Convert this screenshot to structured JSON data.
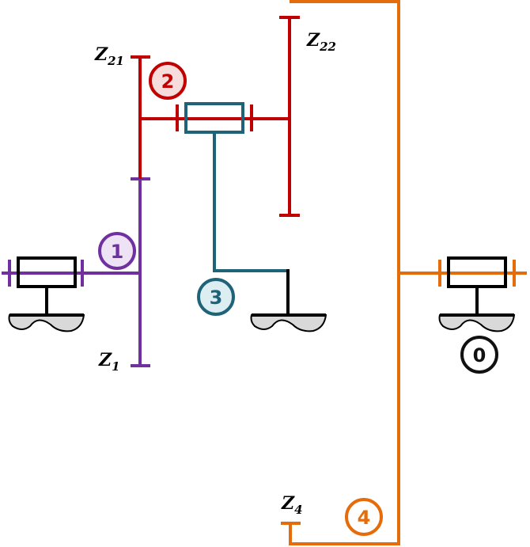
{
  "gear_labels": {
    "z1": {
      "base": "Z",
      "sub": "1"
    },
    "z21": {
      "base": "Z",
      "sub": "21"
    },
    "z22": {
      "base": "Z",
      "sub": "22"
    },
    "z4": {
      "base": "Z",
      "sub": "4"
    }
  },
  "bodies": [
    {
      "id": "0",
      "color": "#111111",
      "fill": "#ffffff"
    },
    {
      "id": "1",
      "color": "#7030a0",
      "fill": "#ede3f5"
    },
    {
      "id": "2",
      "color": "#c00000",
      "fill": "#f7dcdc"
    },
    {
      "id": "3",
      "color": "#1f6378",
      "fill": "#ddeef3"
    },
    {
      "id": "4",
      "color": "#e46c0a",
      "fill": "#ffffff"
    }
  ],
  "colors": {
    "frame": "#000000",
    "ground_fill": "#d9d9d9"
  }
}
